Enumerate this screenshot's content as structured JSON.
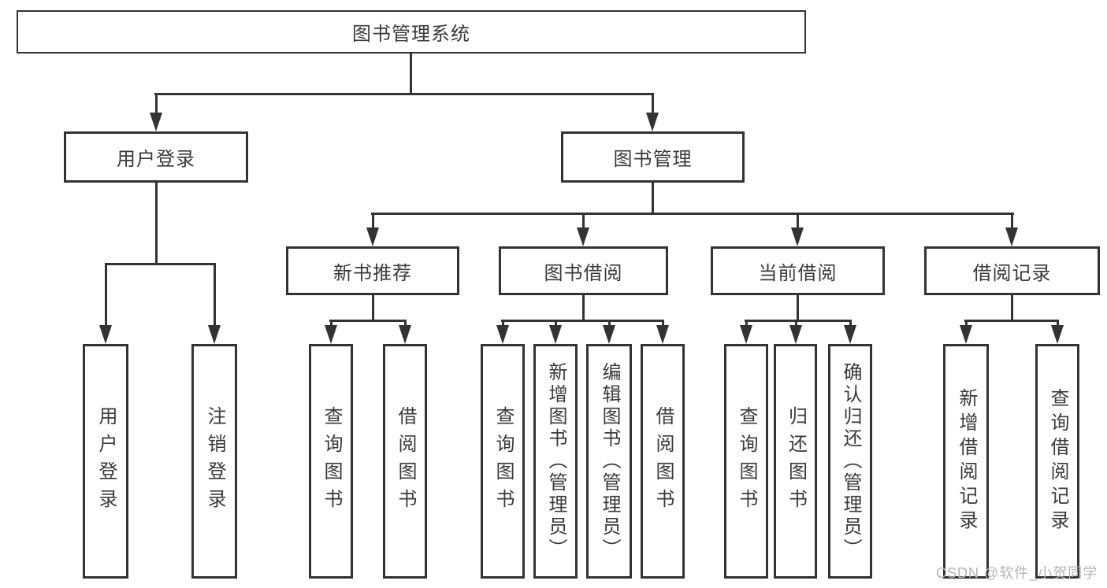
{
  "colors": {
    "line": "#333333",
    "text": "#3a3a3a",
    "watermark": "#b5b5b5",
    "background": "#ffffff"
  },
  "watermark": {
    "text": "CSDN @软件_小贺同学"
  },
  "tree": {
    "root": {
      "label": "图书管理系统"
    },
    "level2": [
      {
        "label": "用户登录",
        "children": [
          {
            "label": "用户登录"
          },
          {
            "label": "注销登录"
          }
        ]
      },
      {
        "label": "图书管理",
        "children": [
          {
            "label": "新书推荐",
            "children": [
              {
                "label": "查询图书"
              },
              {
                "label": "借阅图书"
              }
            ]
          },
          {
            "label": "图书借阅",
            "children": [
              {
                "label": "查询图书"
              },
              {
                "label": "新增图书（管理员）"
              },
              {
                "label": "编辑图书（管理员）"
              },
              {
                "label": "借阅图书"
              }
            ]
          },
          {
            "label": "当前借阅",
            "children": [
              {
                "label": "查询图书"
              },
              {
                "label": "归还图书"
              },
              {
                "label": "确认归还（管理员）"
              }
            ]
          },
          {
            "label": "借阅记录",
            "children": [
              {
                "label": "新增借阅记录"
              },
              {
                "label": "查询借阅记录"
              }
            ]
          }
        ]
      }
    ]
  }
}
